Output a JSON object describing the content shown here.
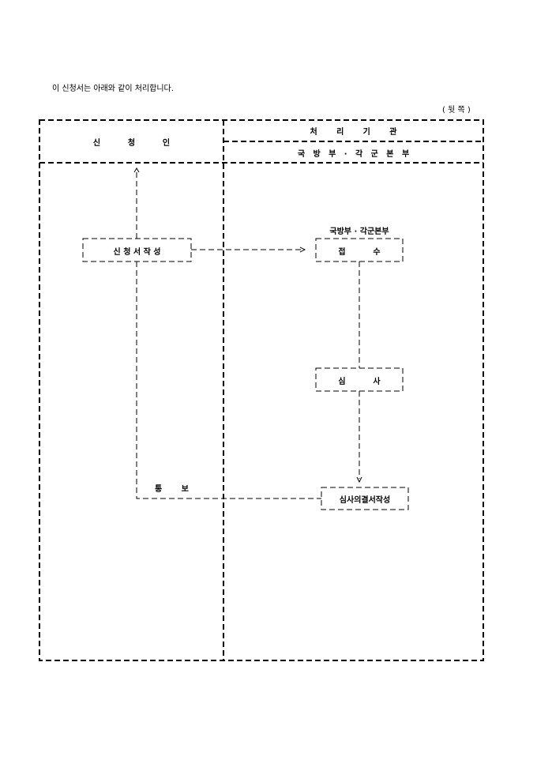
{
  "intro": "이 신청서는 아래와 같이 처리합니다.",
  "page_side": "( 뒷 쪽 )",
  "header": {
    "applicant": "신          청          인",
    "processing_agency": "처       리       기       관",
    "agency_name": "국   방   부   ·   각   군   본   부"
  },
  "flow": {
    "write_application": "신 청 서 작 성",
    "agency_label": "국방부 · 각군본부",
    "receipt": "접          수",
    "review": "심          사",
    "resolution": "심사의결서작성",
    "notify": "통       보"
  }
}
